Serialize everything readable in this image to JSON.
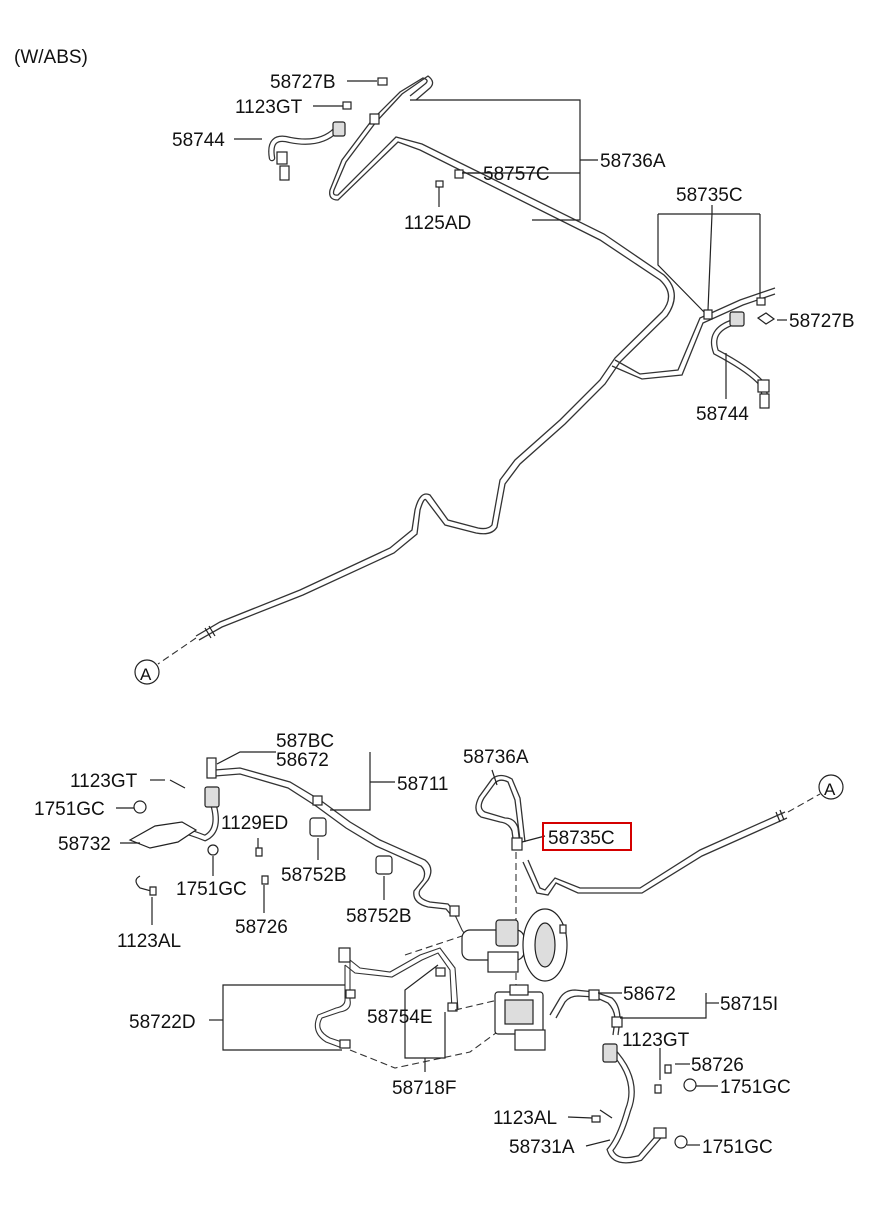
{
  "header": {
    "variant": "(W/ABS)"
  },
  "markers": {
    "a_upper": "A",
    "a_lower": "A"
  },
  "upper_labels": {
    "p58727B_top": "58727B",
    "p1123GT_top": "1123GT",
    "p58744_left": "58744",
    "p58757C": "58757C",
    "p58736A": "58736A",
    "p1125AD": "1125AD",
    "p58735C_top": "58735C",
    "p58727B_right": "58727B",
    "p58744_right": "58744"
  },
  "lower_labels": {
    "p587BC": "587BC",
    "p58672_top": "58672",
    "p58711": "58711",
    "p1123GT_left": "1123GT",
    "p1751GC_left": "1751GC",
    "p58732": "58732",
    "p1129ED": "1129ED",
    "p1751GC_mid": "1751GC",
    "p1123AL_left": "1123AL",
    "p58726_left": "58726",
    "p58752B_a": "58752B",
    "p58752B_b": "58752B",
    "p58736A_low": "58736A",
    "p58735C_highlight": "58735C",
    "p58722D": "58722D",
    "p58754E": "58754E",
    "p58718F": "58718F",
    "p58672_right": "58672",
    "p58715I": "58715I",
    "p1123GT_right": "1123GT",
    "p58726_right": "58726",
    "p1751GC_right1": "1751GC",
    "p1123AL_right": "1123AL",
    "p58731A": "58731A",
    "p1751GC_right2": "1751GC"
  },
  "highlight": {
    "color": "#d40000"
  }
}
